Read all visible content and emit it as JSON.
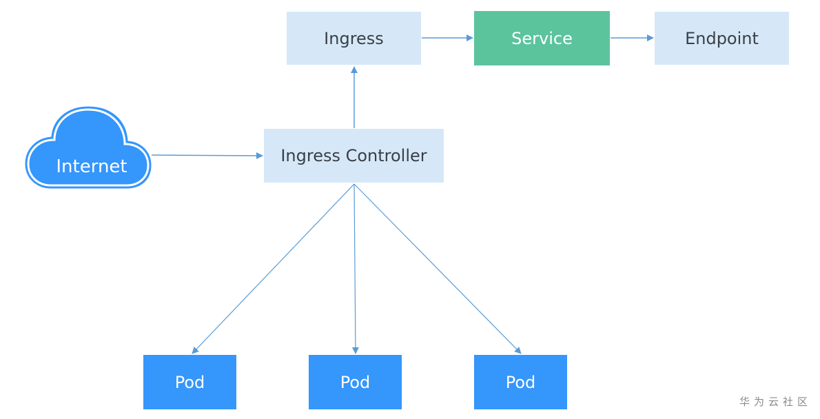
{
  "diagram": {
    "nodes": {
      "ingress": "Ingress",
      "service": "Service",
      "endpoint": "Endpoint",
      "controller": "Ingress Controller",
      "internet": "Internet",
      "pod_1": "Pod",
      "pod_2": "Pod",
      "pod_3": "Pod"
    },
    "edges": [
      {
        "from": "internet",
        "to": "controller"
      },
      {
        "from": "controller",
        "to": "ingress"
      },
      {
        "from": "ingress",
        "to": "service"
      },
      {
        "from": "service",
        "to": "endpoint"
      },
      {
        "from": "controller",
        "to": "pod_1"
      },
      {
        "from": "controller",
        "to": "pod_2"
      },
      {
        "from": "controller",
        "to": "pod_3"
      }
    ],
    "colors": {
      "light_box": "#d6e8f8",
      "service_box": "#5cc49d",
      "pod_box": "#3596fb",
      "cloud": "#3596fb",
      "arrow": "#5a9bd5"
    }
  },
  "watermark": "华为云社区"
}
